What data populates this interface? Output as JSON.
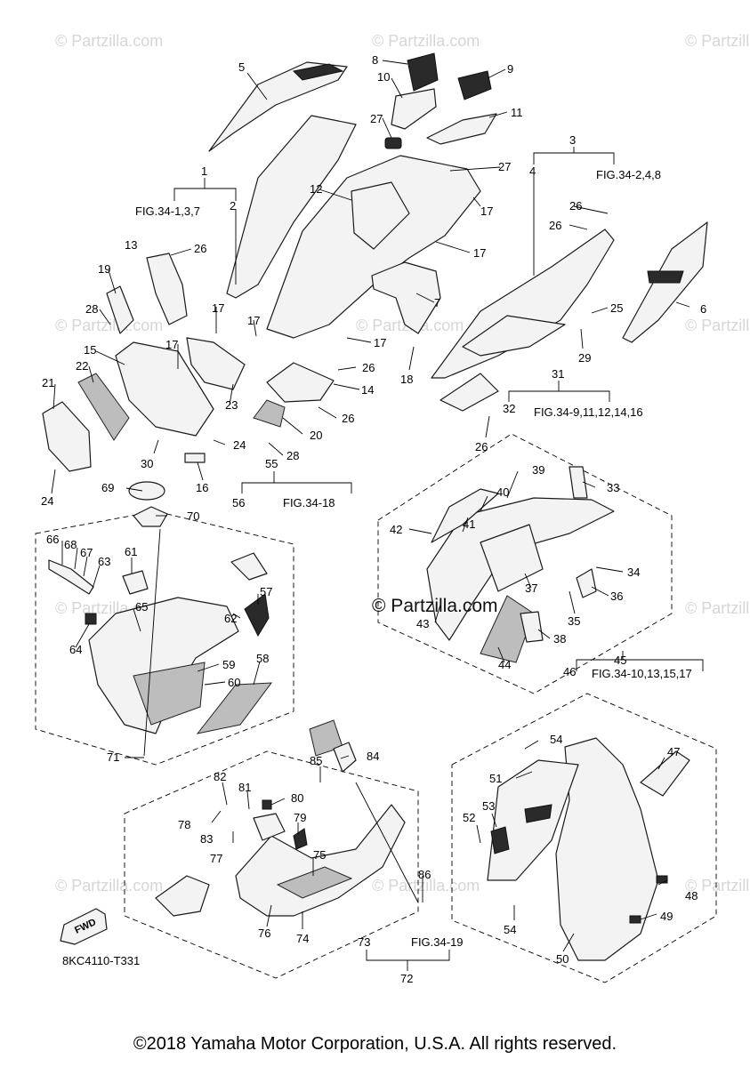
{
  "watermark": "© Partzilla.com",
  "center_watermark": "© Partzilla.com",
  "diagram_code": "8KC4110-T331",
  "fwd_label": "FWD",
  "copyright": "©2018 Yamaha Motor Corporation, U.S.A. All rights reserved.",
  "fig_refs": {
    "ref1": "FIG.34-1,3,7",
    "ref3": "FIG.34-2,4,8",
    "ref31": "FIG.34-9,11,12,14,16",
    "ref45": "FIG.34-10,13,15,17",
    "ref55": "FIG.34-18",
    "ref73": "FIG.34-19"
  },
  "callouts": [
    "1",
    "2",
    "3",
    "4",
    "5",
    "6",
    "7",
    "8",
    "9",
    "10",
    "11",
    "12",
    "13",
    "14",
    "15",
    "16",
    "17",
    "18",
    "19",
    "20",
    "21",
    "22",
    "23",
    "24",
    "25",
    "26",
    "27",
    "28",
    "29",
    "30",
    "31",
    "32",
    "33",
    "34",
    "35",
    "36",
    "37",
    "38",
    "39",
    "40",
    "41",
    "42",
    "43",
    "44",
    "45",
    "46",
    "47",
    "48",
    "49",
    "50",
    "51",
    "52",
    "53",
    "54",
    "55",
    "56",
    "57",
    "58",
    "59",
    "60",
    "61",
    "62",
    "63",
    "64",
    "65",
    "66",
    "67",
    "68",
    "69",
    "70",
    "71",
    "72",
    "73",
    "74",
    "75",
    "76",
    "77",
    "78",
    "79",
    "80",
    "81",
    "82",
    "83",
    "84",
    "85",
    "86"
  ]
}
